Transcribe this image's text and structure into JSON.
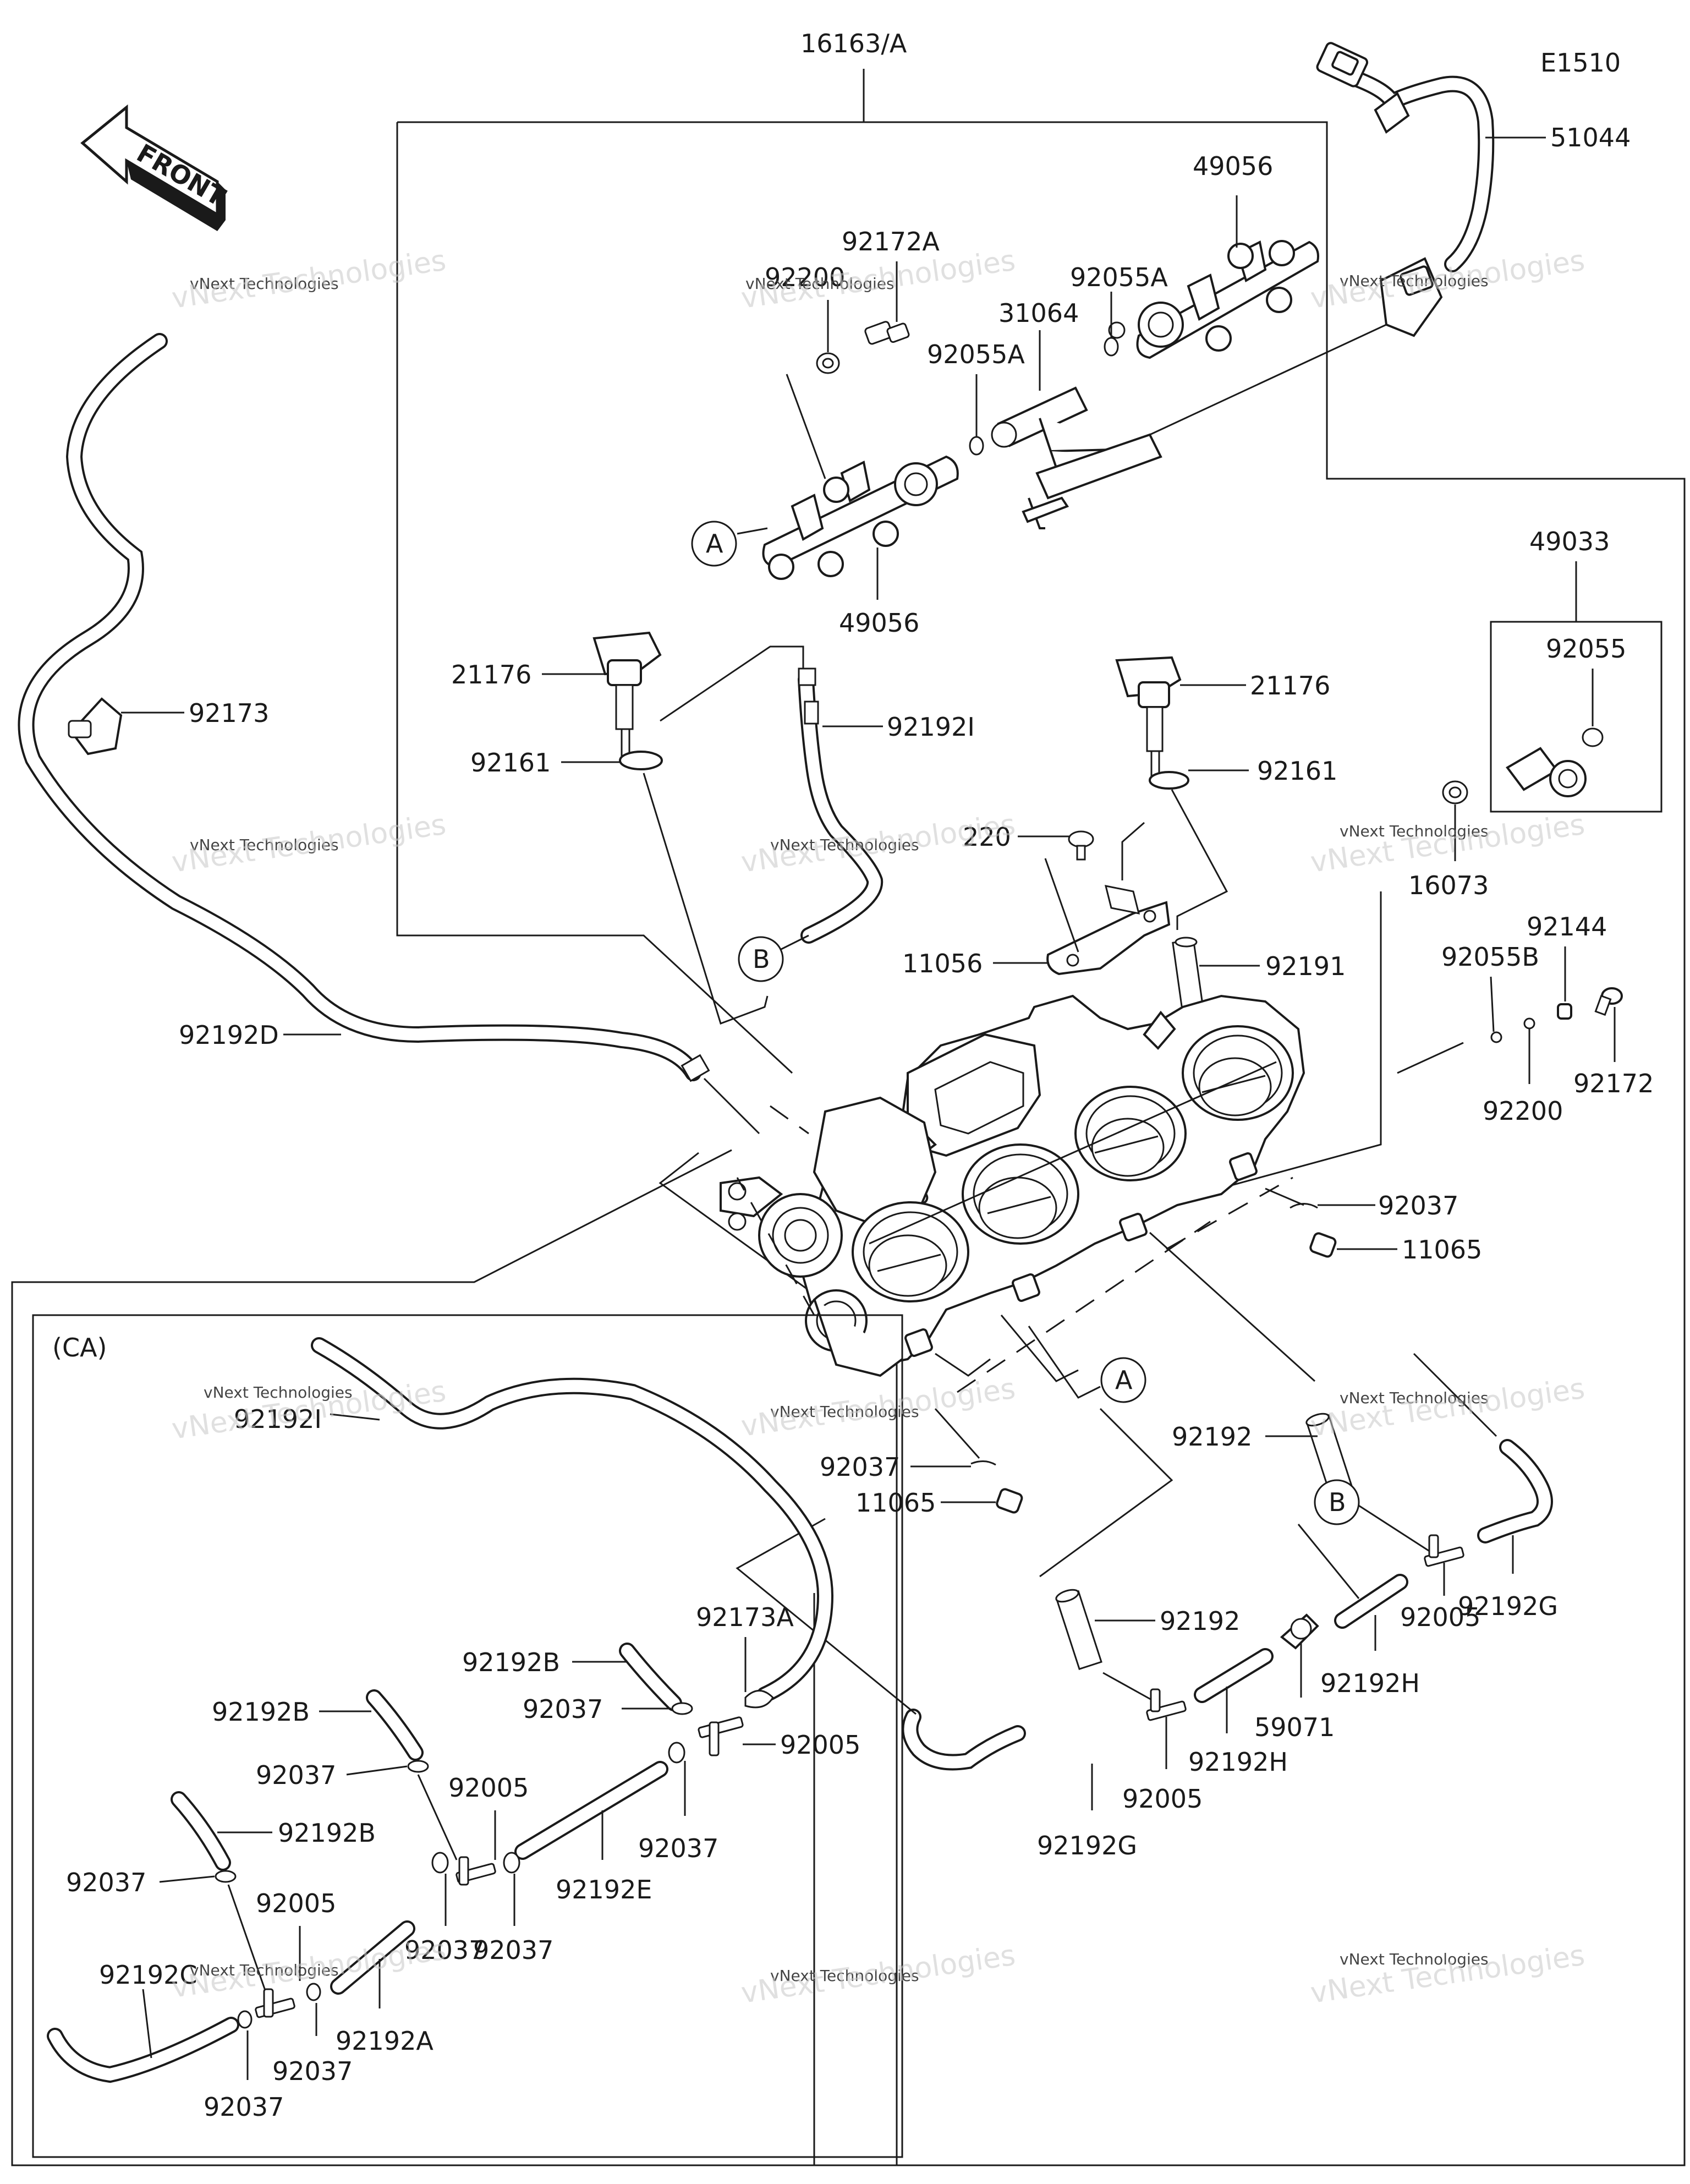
{
  "diagram": {
    "code": "E1510",
    "front_label": "FRONT",
    "inset_label": "(CA)",
    "watermark": "vNext Technologies",
    "watermark_big": "vNext Technologies",
    "callouts": [
      "A",
      "B",
      "A",
      "B"
    ],
    "labels": {
      "p16163A": "16163/A",
      "p51044": "51044",
      "p49056a": "49056",
      "p49056b": "49056",
      "p92172A": "92172A",
      "p92200": "92200",
      "p31064": "31064",
      "p92055Aa": "92055A",
      "p92055Ab": "92055A",
      "p49033": "49033",
      "p92055": "92055",
      "p92173": "92173",
      "p21176a": "21176",
      "p21176b": "21176",
      "p92161a": "92161",
      "p92161b": "92161",
      "p92192I": "92192I",
      "p220": "220",
      "p16073": "16073",
      "p11056": "11056",
      "p92191": "92191",
      "p92144": "92144",
      "p92055B": "92055B",
      "p92172": "92172",
      "p92200b": "92200",
      "p92192D": "92192D",
      "p92037a": "92037",
      "p11065a": "11065",
      "p92037b": "92037",
      "p11065b": "11065",
      "p92192a": "92192",
      "p92192b": "92192",
      "p92005a": "92005",
      "p92192Ga": "92192G",
      "p92192Ha": "92192H",
      "p59071": "59071",
      "p92192Hb": "92192H",
      "p92005b": "92005",
      "p92192Gb": "92192G",
      "ca_92192I": "92192I",
      "ca_92173A": "92173A",
      "ca_92192Ba": "92192B",
      "ca_92037a": "92037",
      "ca_92005a": "92005",
      "ca_92192Bb": "92192B",
      "ca_92037b": "92037",
      "ca_92005b": "92005",
      "ca_92037c": "92037",
      "ca_92192Bc": "92192B",
      "ca_92037d": "92037",
      "ca_92192E": "92192E",
      "ca_92037e": "92037",
      "ca_92037f": "92037",
      "ca_92005c": "92005",
      "ca_92192C": "92192C",
      "ca_92037g": "92037",
      "ca_92192A": "92192A",
      "ca_92037h": "92037",
      "ca_92037i": "92037"
    }
  }
}
